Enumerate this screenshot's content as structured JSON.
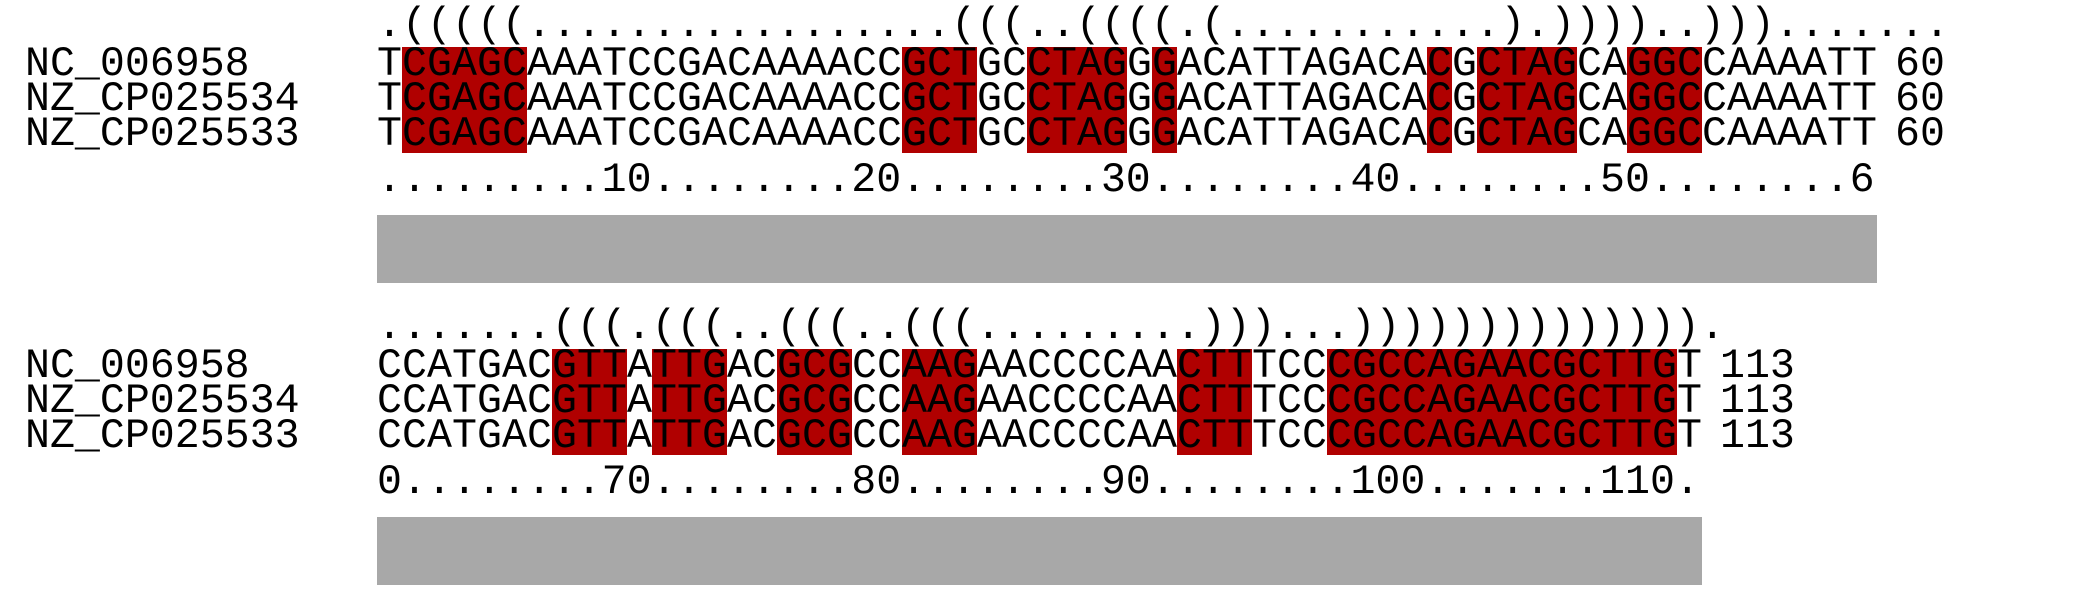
{
  "colors": {
    "paired": "#b00000",
    "bar": "#a8a8a8",
    "text": "#000000"
  },
  "blocks": [
    {
      "structure": ".(((((.................(((..((((.(...........).))))..))).......",
      "names": [
        "NC_006958",
        "NZ_CP025534",
        "NZ_CP025533"
      ],
      "sequences": [
        "TCGAGCAAATCCGACAAAACCGCTGCCTAGGGACATTAGACACGCTAGCAGGCCAAAATT",
        "TCGAGCAAATCCGACAAAACCGCTGCCTAGGGACATTAGACACGCTAGCAGGCCAAAATT",
        "TCGAGCAAATCCGACAAAACCGCTGCCTAGGGACATTAGACACGCTAGCAGGCCAAAATT"
      ],
      "end_positions": [
        "60",
        "60",
        "60"
      ],
      "ruler": ".........10........20........30........40........50........6",
      "highlight_ranges": [
        [
          1,
          5
        ],
        [
          21,
          23
        ],
        [
          26,
          29
        ],
        [
          31,
          31
        ],
        [
          42,
          42
        ],
        [
          44,
          47
        ],
        [
          50,
          52
        ]
      ]
    },
    {
      "structure": ".......(((.(((..(((..(((.........)))...)))))))))))))).",
      "names": [
        "NC_006958",
        "NZ_CP025534",
        "NZ_CP025533"
      ],
      "sequences": [
        "CCATGACGTTATTGACGCGCCAAGAACCCCAACTTTCCCGCCAGAACGCTTGT",
        "CCATGACGTTATTGACGCGCCAAGAACCCCAACTTTCCCGCCAGAACGCTTGT",
        "CCATGACGTTATTGACGCGCCAAGAACCCCAACTTTCCCGCCAGAACGCTTGT"
      ],
      "end_positions": [
        "113",
        "113",
        "113"
      ],
      "ruler": "0........70........80........90........100.......110.",
      "highlight_ranges": [
        [
          7,
          9
        ],
        [
          11,
          13
        ],
        [
          16,
          18
        ],
        [
          21,
          23
        ],
        [
          32,
          34
        ],
        [
          38,
          51
        ]
      ]
    }
  ]
}
